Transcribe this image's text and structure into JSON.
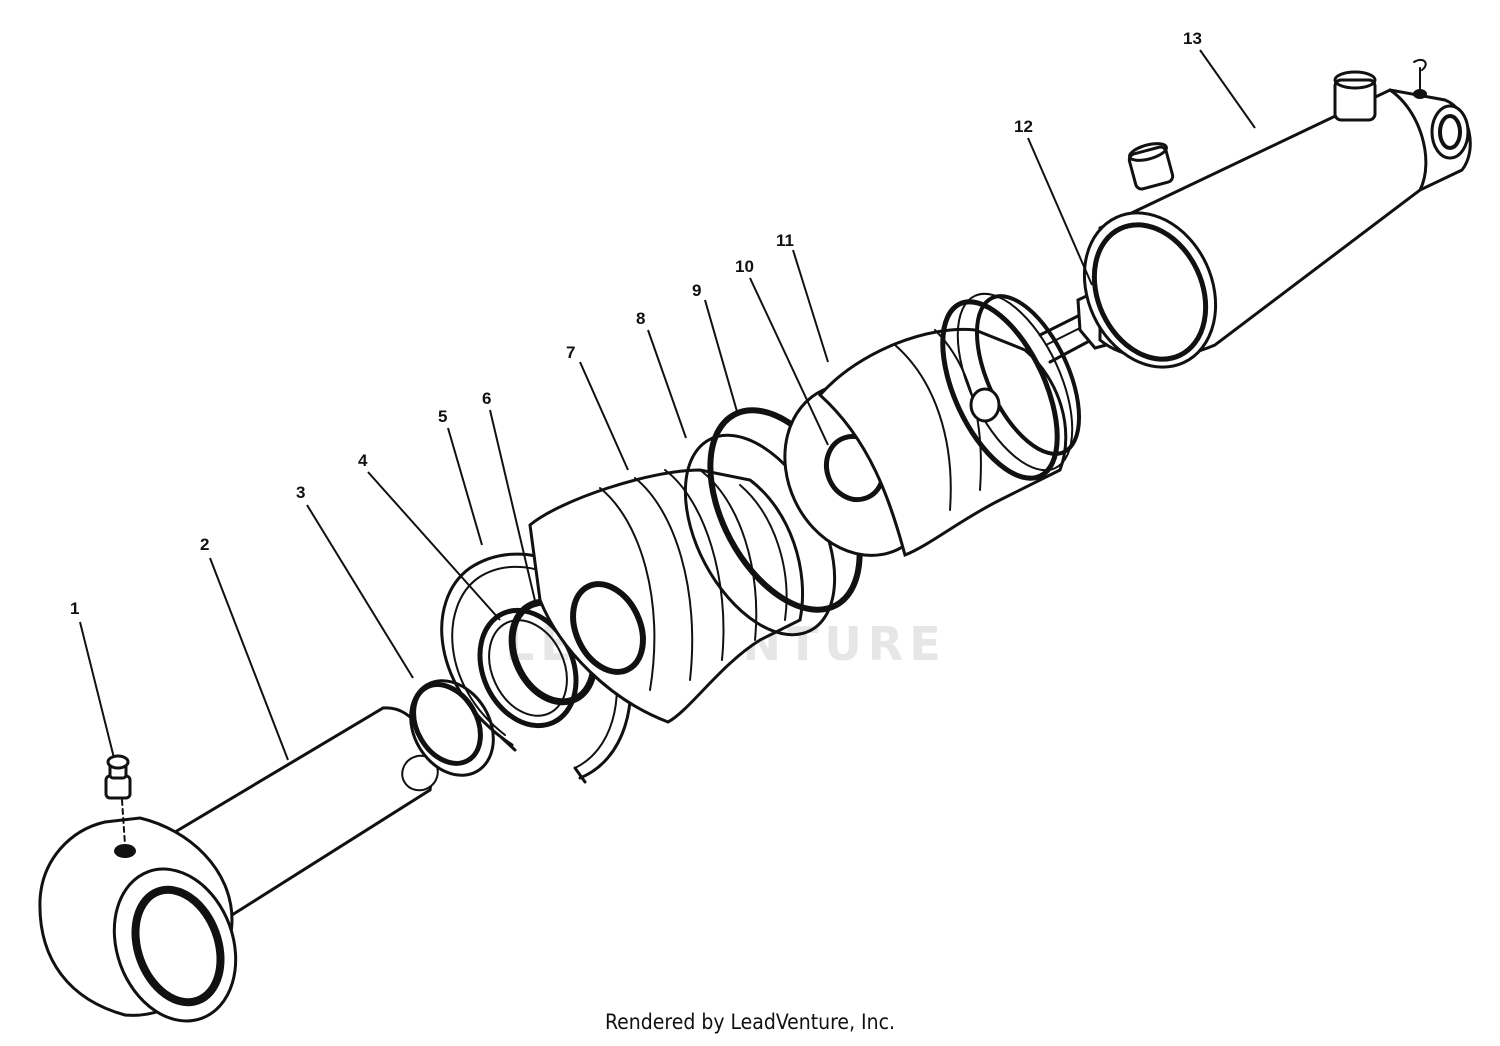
{
  "watermark": "LEADVENTURE",
  "credit": "Rendered by LeadVenture, Inc.",
  "callouts": [
    "1",
    "2",
    "3",
    "4",
    "5",
    "6",
    "7",
    "8",
    "9",
    "10",
    "11",
    "12",
    "13"
  ]
}
